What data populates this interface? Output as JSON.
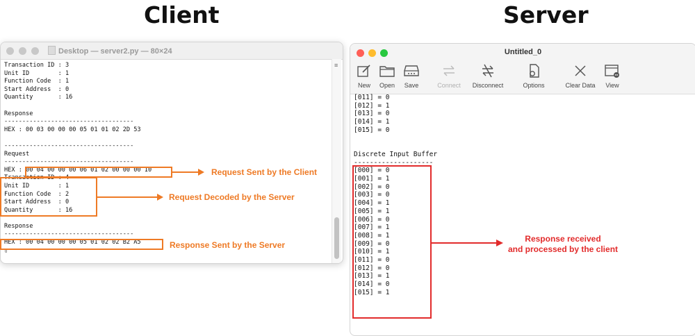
{
  "headings": {
    "client": "Client",
    "server": "Server"
  },
  "terminal": {
    "title": "Desktop — server2.py — 80×24",
    "lines": [
      "Transaction ID : 3",
      "Unit ID        : 1",
      "Function Code  : 1",
      "Start Address  : 0",
      "Quantity       : 16",
      "",
      "Response",
      "------------------------------------",
      "HEX : 00 03 00 00 00 05 01 01 02 2D 53",
      "",
      "------------------------------------",
      "Request",
      "------------------------------------",
      "HEX : 00 04 00 00 00 06 01 02 00 00 00 10",
      "Transaction ID : 4",
      "Unit ID        : 1",
      "Function Code  : 2",
      "Start Address  : 0",
      "Quantity       : 16",
      "",
      "Response",
      "------------------------------------",
      "HEX : 00 04 00 00 00 05 01 02 02 B2 A5",
      "▯"
    ]
  },
  "server": {
    "title": "Untitled_0",
    "toolbar": [
      {
        "label": "New",
        "icon": "new-icon",
        "enabled": true
      },
      {
        "label": "Open",
        "icon": "folder-icon",
        "enabled": true
      },
      {
        "label": "Save",
        "icon": "save-icon",
        "enabled": true
      },
      {
        "label": "Connect",
        "icon": "connect-icon",
        "enabled": false
      },
      {
        "label": "Disconnect",
        "icon": "disconnect-icon",
        "enabled": true
      },
      {
        "label": "Options",
        "icon": "options-icon",
        "enabled": true
      },
      {
        "label": "Clear Data",
        "icon": "clear-icon",
        "enabled": true
      },
      {
        "label": "View",
        "icon": "view-icon",
        "enabled": true
      }
    ],
    "lines": [
      "[011] = 0",
      "[012] = 1",
      "[013] = 0",
      "[014] = 1",
      "[015] = 0",
      "",
      "",
      "Discrete Input Buffer",
      "--------------------",
      "[000] = 0",
      "[001] = 1",
      "[002] = 0",
      "[003] = 0",
      "[004] = 1",
      "[005] = 1",
      "[006] = 0",
      "[007] = 1",
      "[008] = 1",
      "[009] = 0",
      "[010] = 1",
      "[011] = 0",
      "[012] = 0",
      "[013] = 1",
      "[014] = 0",
      "[015] = 1"
    ]
  },
  "annotations": {
    "request_sent": "Request Sent by the Client",
    "request_decoded": "Request Decoded by the Server",
    "response_sent": "Response Sent by the Server",
    "response_received_line1": "Response received",
    "response_received_line2": "and processed by the client"
  },
  "colors": {
    "annotation_orange": "#ee7a25",
    "annotation_red": "#e22b2b"
  }
}
